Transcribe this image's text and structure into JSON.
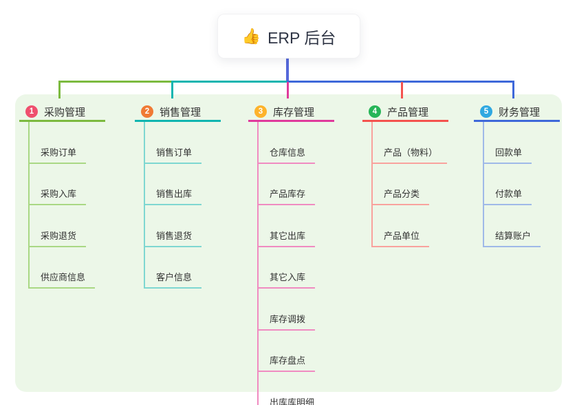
{
  "root": {
    "icon": "👍",
    "title": "ERP 后台"
  },
  "panel_color": "#ECF7E8",
  "connector": {
    "stem_color": "#5568DA"
  },
  "branches": [
    {
      "num": "1",
      "label": "采购管理",
      "colors": {
        "badge": "#EF4F6E",
        "line": "#7CBA3F",
        "child_line": "#A9D884"
      },
      "children": [
        "采购订单",
        "采购入库",
        "采购退货",
        "供应商信息"
      ]
    },
    {
      "num": "2",
      "label": "销售管理",
      "colors": {
        "badge": "#F07A35",
        "line": "#10B5B0",
        "child_line": "#7ED7D1"
      },
      "children": [
        "销售订单",
        "销售出库",
        "销售退货",
        "客户信息"
      ]
    },
    {
      "num": "3",
      "label": "库存管理",
      "colors": {
        "badge": "#FDB32B",
        "line": "#E03A9C",
        "child_line": "#F08BC1"
      },
      "children": [
        "仓库信息",
        "产品库存",
        "其它出库",
        "其它入库",
        "库存调拨",
        "库存盘点",
        "出库库明细"
      ]
    },
    {
      "num": "4",
      "label": "产品管理",
      "colors": {
        "badge": "#27B558",
        "line": "#F4524E",
        "child_line": "#F9A29D"
      },
      "children": [
        "产品（物料）",
        "产品分类",
        "产品单位"
      ]
    },
    {
      "num": "5",
      "label": "财务管理",
      "colors": {
        "badge": "#2FA8E1",
        "line": "#3E68D9",
        "child_line": "#9FB9E8"
      },
      "children": [
        "回款单",
        "付款单",
        "结算账户"
      ]
    }
  ]
}
